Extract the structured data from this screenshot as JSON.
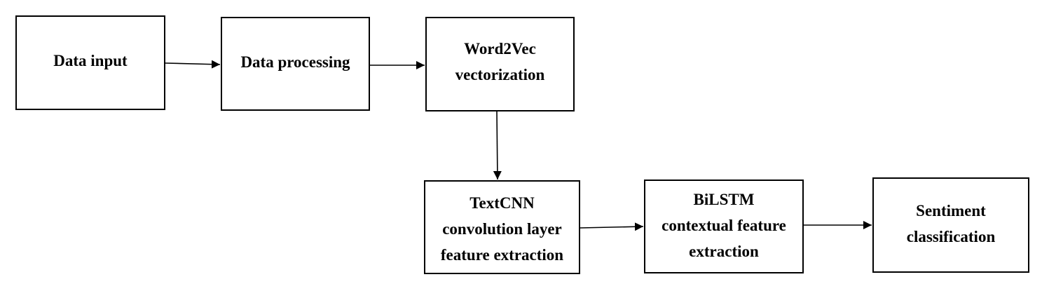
{
  "diagram": {
    "nodes": [
      {
        "id": "data-input",
        "label": "Data input"
      },
      {
        "id": "data-processing",
        "label": "Data processing"
      },
      {
        "id": "word2vec",
        "label": "Word2Vec\nvectorization"
      },
      {
        "id": "textcnn",
        "label": "TextCNN\nconvolution layer\nfeature extraction"
      },
      {
        "id": "bilstm",
        "label": "BiLSTM\ncontextual feature\nextraction"
      },
      {
        "id": "sentiment",
        "label": "Sentiment\nclassification"
      }
    ],
    "edges": [
      {
        "from": "data-input",
        "to": "data-processing"
      },
      {
        "from": "data-processing",
        "to": "word2vec"
      },
      {
        "from": "word2vec",
        "to": "textcnn"
      },
      {
        "from": "textcnn",
        "to": "bilstm"
      },
      {
        "from": "bilstm",
        "to": "sentiment"
      }
    ],
    "style": {
      "line_color": "#000000",
      "box_border_color": "#000000",
      "box_fill": "#ffffff"
    }
  }
}
